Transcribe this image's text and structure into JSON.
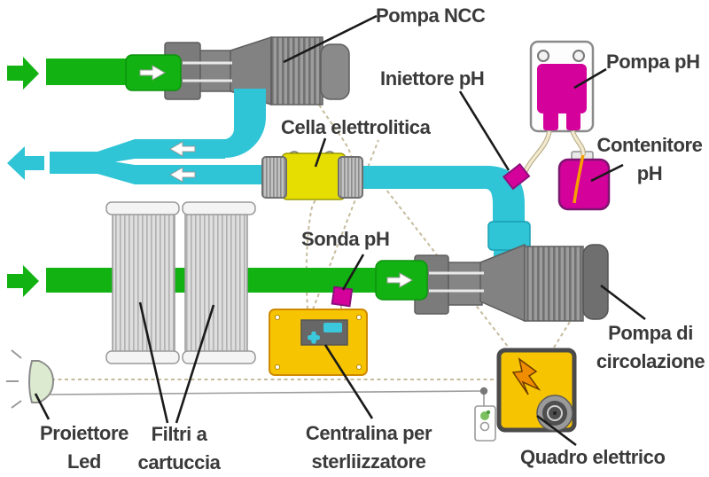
{
  "diagram": {
    "type": "pool-water-treatment-schematic",
    "language": "it"
  },
  "labels": {
    "pompa_ncc": "Pompa NCC",
    "iniettore_ph": "Iniettore pH",
    "pompa_ph": "Pompa pH",
    "cella_elettrolitica": "Cella elettrolitica",
    "contenitore_ph_line1": "Contenitore",
    "contenitore_ph_line2": "pH",
    "sonda_ph": "Sonda pH",
    "pompa_circolazione_line1": "Pompa di",
    "pompa_circolazione_line2": "circolazione",
    "proiettore_led_line1": "Proiettore",
    "proiettore_led_line2": "Led",
    "filtri_line1": "Filtri a",
    "filtri_line2": "cartuccia",
    "centralina_line1": "Centralina per",
    "centralina_line2": "sterliizzatore",
    "quadro_elettrico": "Quadro elettrico"
  },
  "flow_indicators": [
    {
      "name": "inlet-top-arrow",
      "color": "green",
      "direction": "right"
    },
    {
      "name": "pipe-arrow-top-coupling",
      "color": "white",
      "direction": "right"
    },
    {
      "name": "outlet-left-arrow",
      "color": "cyan",
      "direction": "left"
    },
    {
      "name": "pipe-arrow-return-upper",
      "color": "white",
      "direction": "left"
    },
    {
      "name": "pipe-arrow-return-lower",
      "color": "white",
      "direction": "left"
    },
    {
      "name": "inlet-bottom-arrow",
      "color": "green",
      "direction": "right"
    },
    {
      "name": "pipe-arrow-bottom-coupling",
      "color": "white",
      "direction": "right"
    }
  ],
  "colors": {
    "pipe_green": "#12b212",
    "pipe_cyan": "#2fc4d6",
    "magenta": "#d4019b",
    "cell_yellow": "#e6de00",
    "panel_yellow": "#f6c400",
    "pump_gray": "#7e7e7e",
    "label_text": "#3a3a3a",
    "wire_dashed": "#c6bb9d",
    "wire_gray": "#9c9c9c",
    "tube_cream": "#f2ead0",
    "tube_orange": "#f5a000",
    "lamp_green": "#dcebcf"
  }
}
